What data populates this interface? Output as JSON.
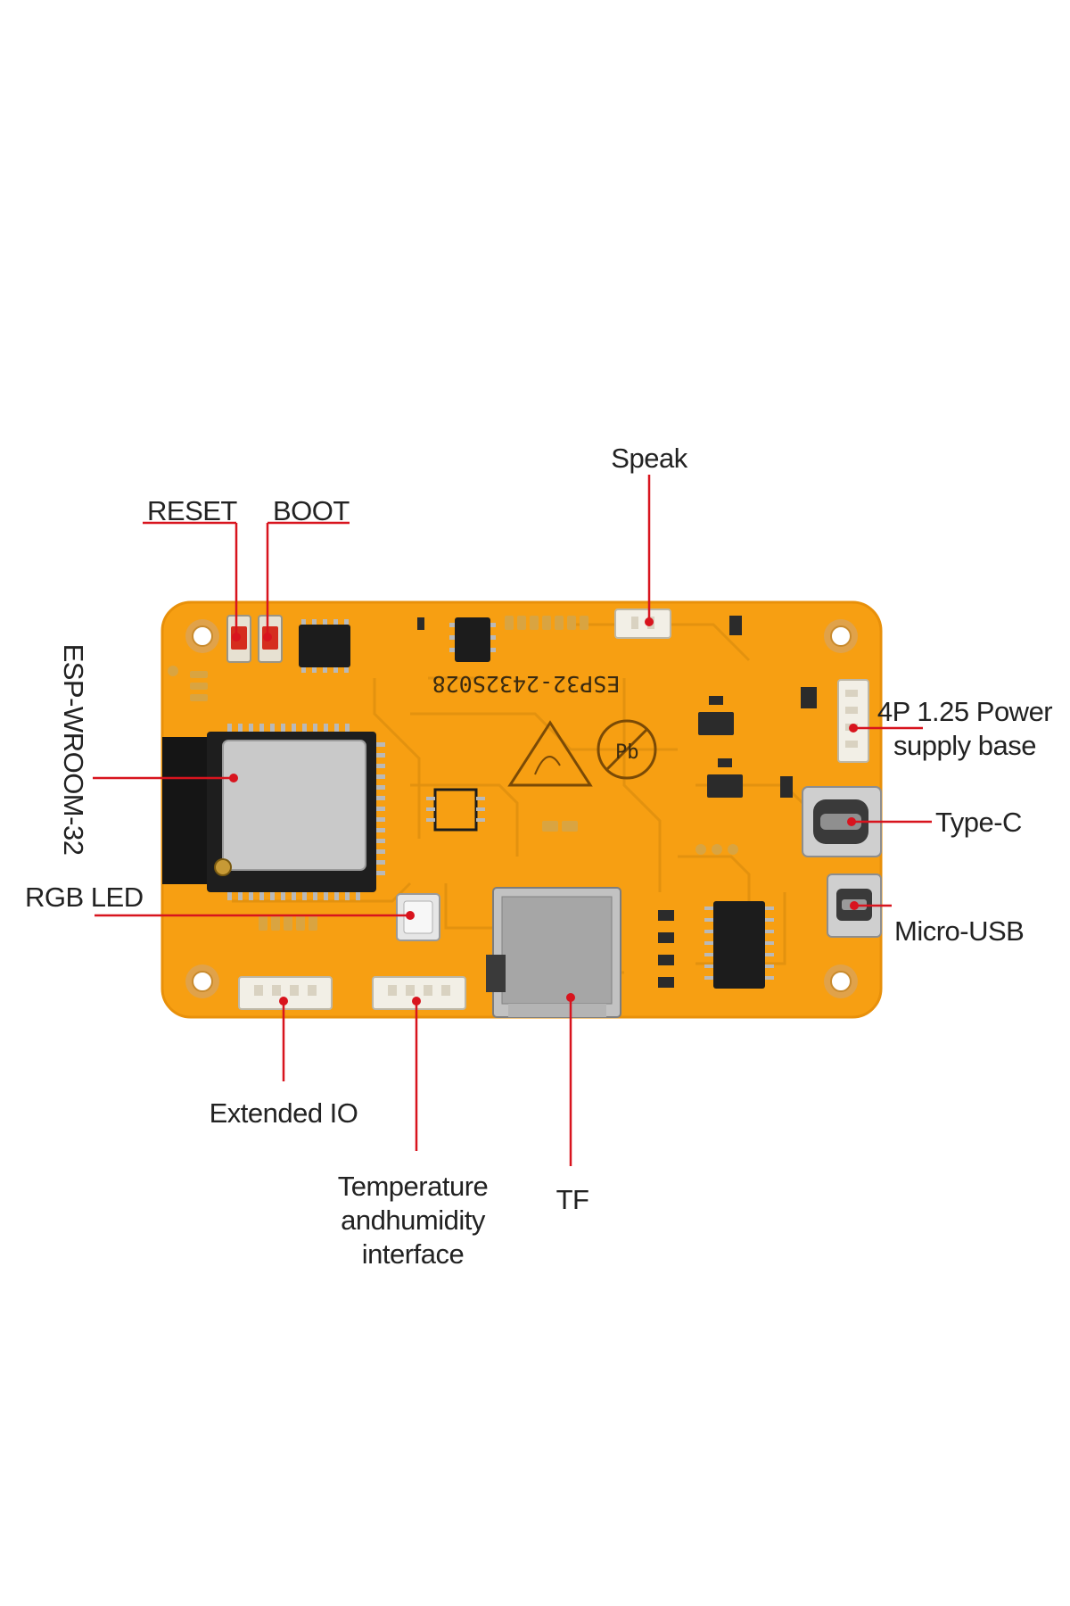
{
  "board": {
    "silkscreen_model": "ESP32-2432S028",
    "colors": {
      "pcb": "#f79f12",
      "pcb_edge": "#e8900a",
      "leader": "#d8141e",
      "label_text": "#222222"
    }
  },
  "callouts": [
    {
      "id": "reset",
      "label": "RESET"
    },
    {
      "id": "boot",
      "label": "BOOT"
    },
    {
      "id": "speak",
      "label": "Speak"
    },
    {
      "id": "esp-wroom",
      "label": "ESP-WROOM-32"
    },
    {
      "id": "power-base",
      "label_lines": [
        "4P 1.25 Power",
        "supply base"
      ]
    },
    {
      "id": "type-c",
      "label": "Type-C"
    },
    {
      "id": "rgb-led",
      "label": "RGB LED"
    },
    {
      "id": "micro-usb",
      "label": "Micro-USB"
    },
    {
      "id": "extended-io",
      "label": "Extended IO"
    },
    {
      "id": "temp-humidity",
      "label_lines": [
        "Temperature",
        "andhumidity",
        "interface"
      ]
    },
    {
      "id": "tf",
      "label": "TF"
    }
  ],
  "icons": {
    "warning": "esd-warning-triangle-icon",
    "lead_free": "pb-free-icon"
  }
}
